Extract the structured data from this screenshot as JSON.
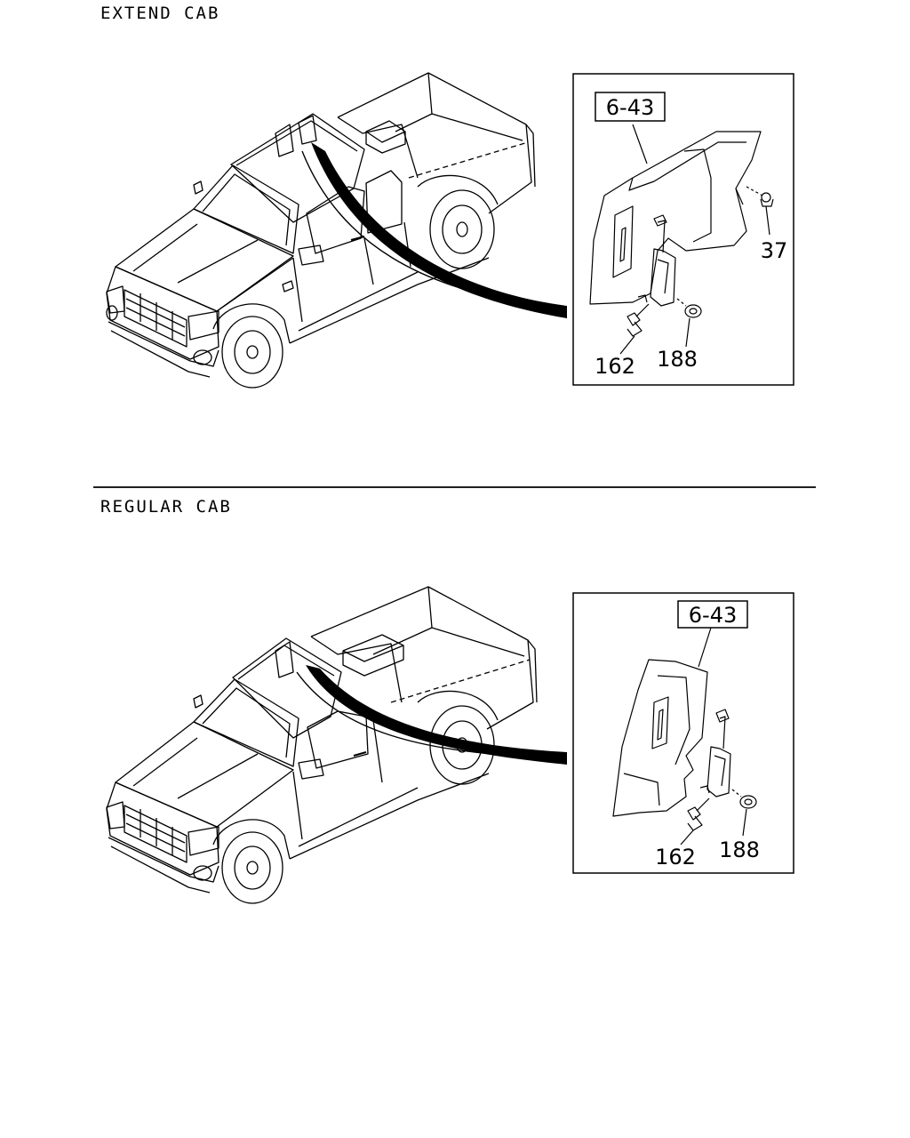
{
  "sections": [
    {
      "title": "EXTEND CAB",
      "ref_box": "6-43",
      "callouts": [
        "37",
        "162",
        "188"
      ]
    },
    {
      "title": "REGULAR CAB",
      "ref_box": "6-43",
      "callouts": [
        "162",
        "188"
      ]
    }
  ],
  "colors": {
    "ink": "#000000",
    "paper": "#ffffff"
  }
}
